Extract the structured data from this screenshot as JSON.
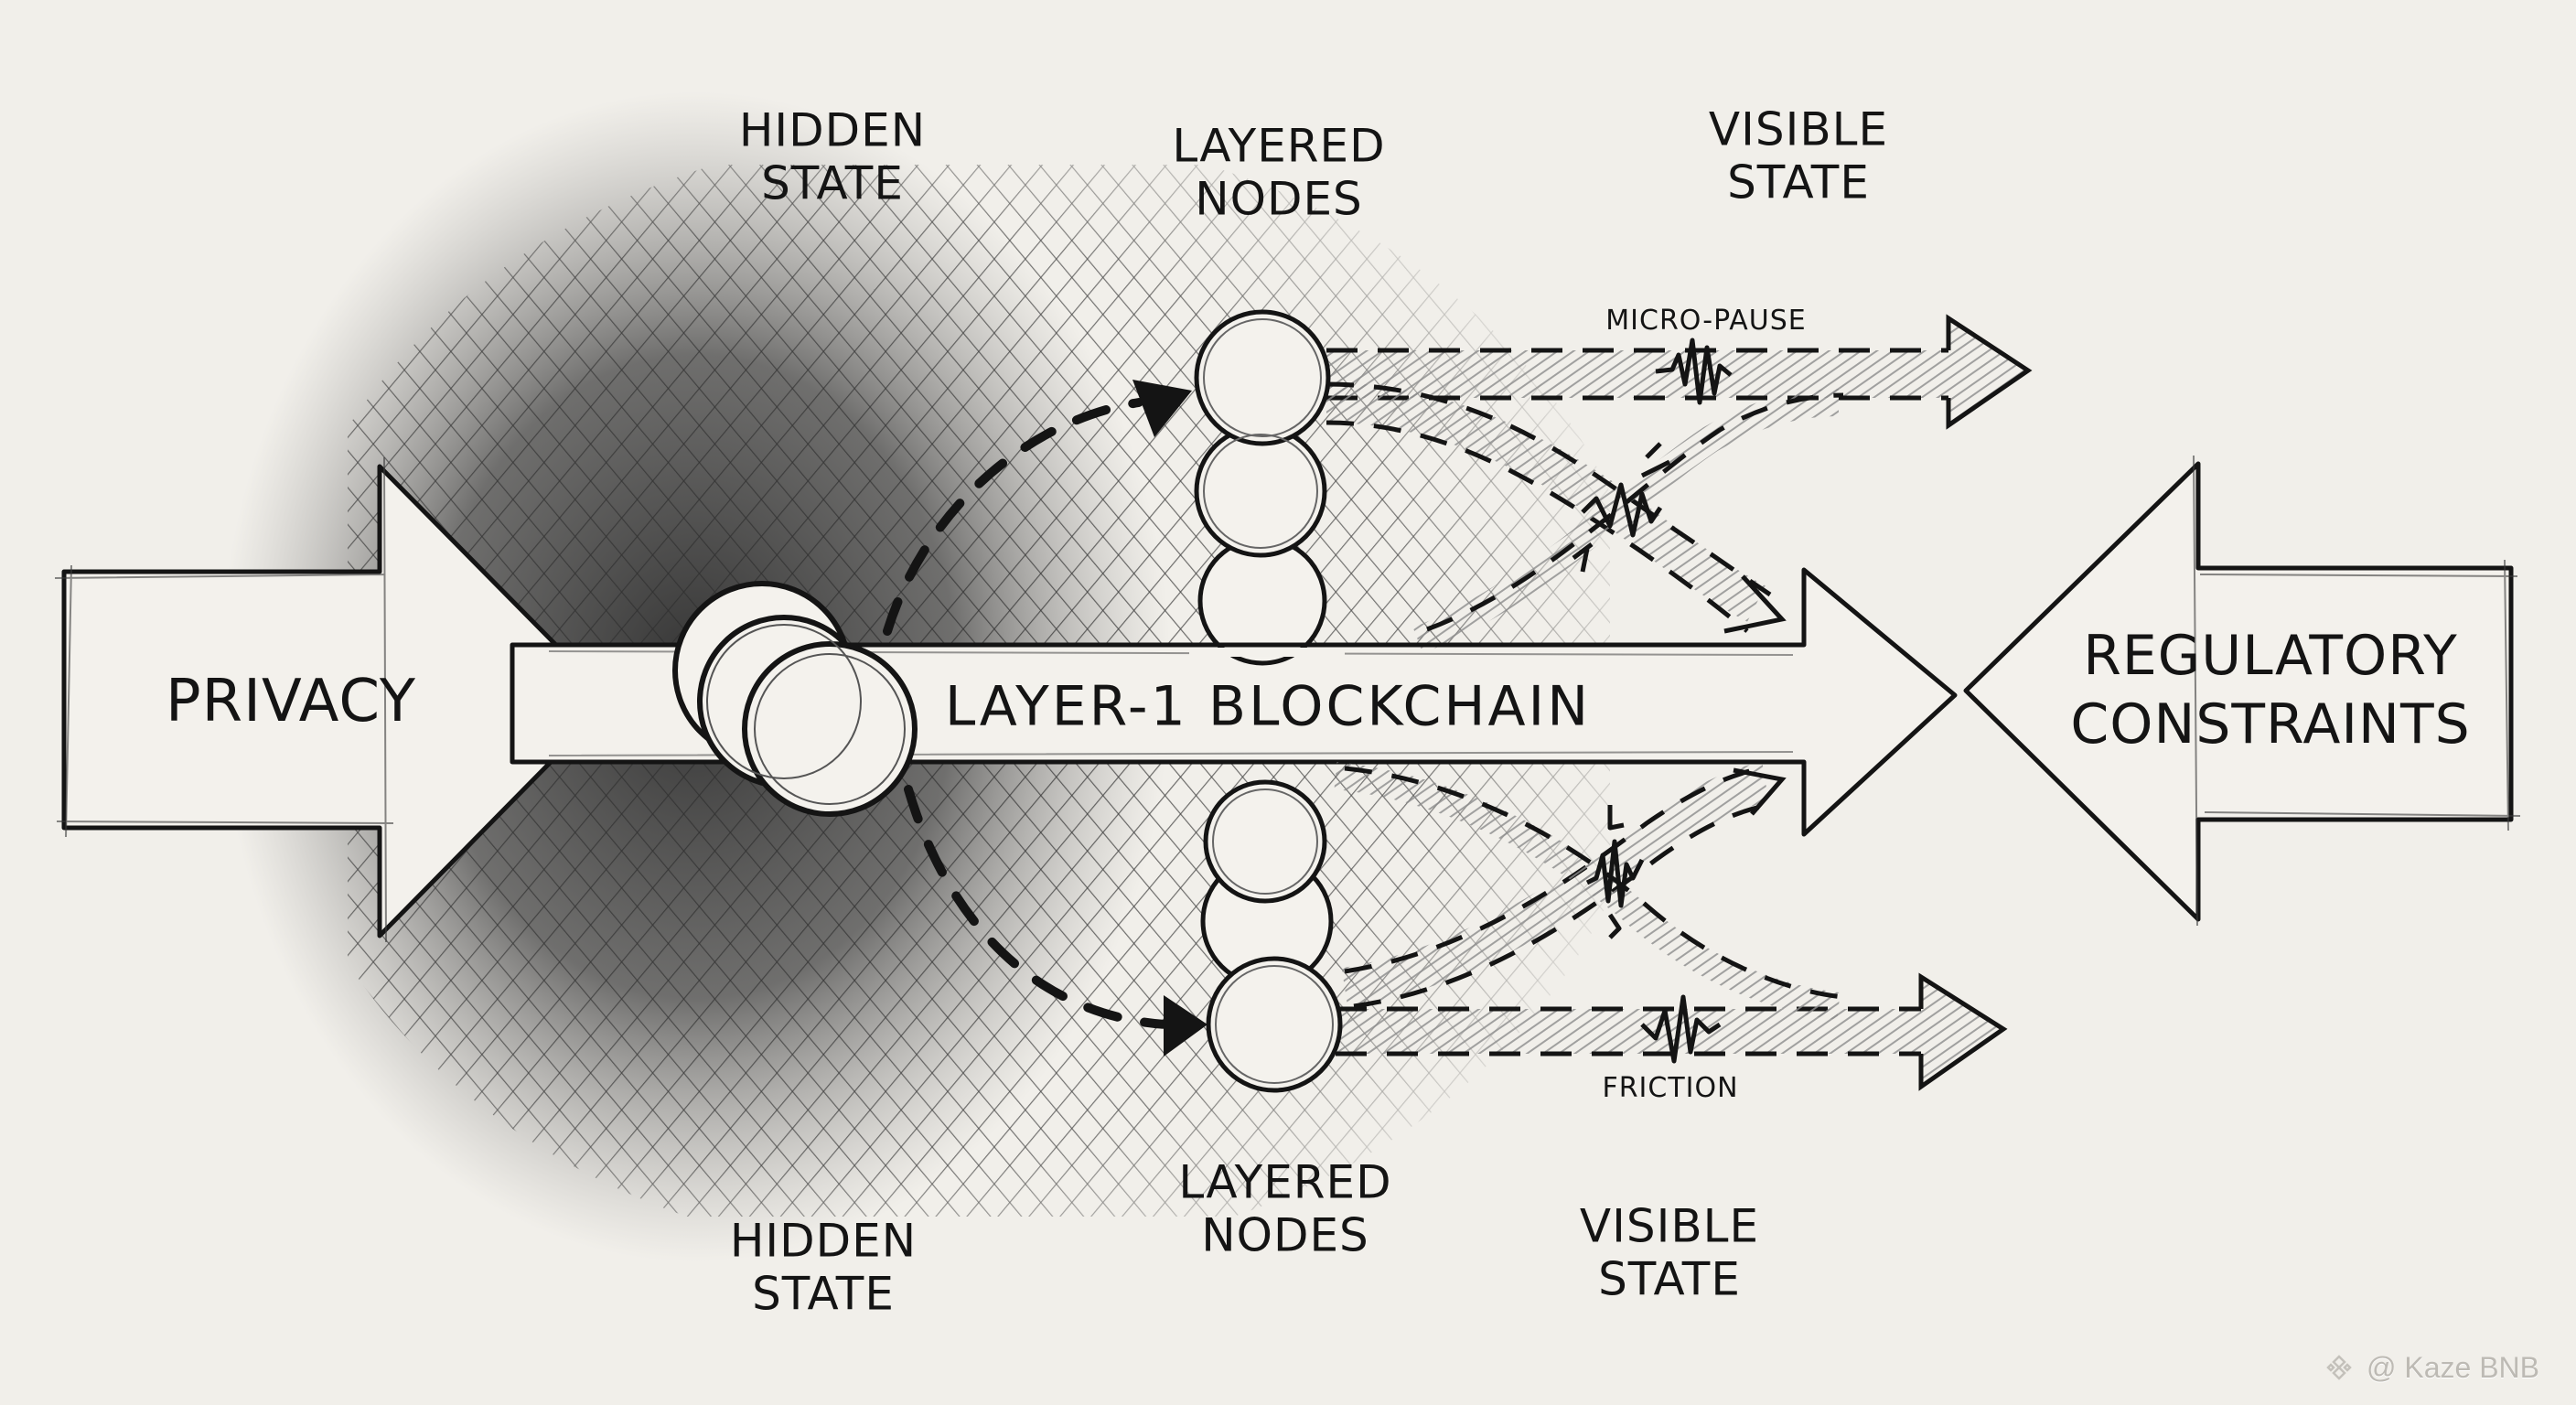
{
  "labels": {
    "privacy": "PRIVACY",
    "blockchain": "LAYER-1 BLOCKCHAIN",
    "regulatory_line1": "REGULATORY",
    "regulatory_line2": "CONSTRAINTS",
    "top_hidden_line1": "HIDDEN",
    "top_hidden_line2": "STATE",
    "top_layered_line1": "LAYERED",
    "top_layered_line2": "NODES",
    "top_visible_line1": "VISIBLE",
    "top_visible_line2": "STATE",
    "bottom_hidden_line1": "HIDDEN",
    "bottom_hidden_line2": "STATE",
    "bottom_layered_line1": "LAYERED",
    "bottom_layered_line2": "NODES",
    "bottom_visible_line1": "VISIBLE",
    "bottom_visible_line2": "STATE",
    "micro_pause": "MICRO-PAUSE",
    "friction": "FRICTION"
  },
  "watermark": {
    "text": "@ Kaze BNB",
    "icon": "binance-logo-icon"
  },
  "colors": {
    "paper": "#f1efea",
    "ink": "#141414",
    "hatch": "#3a3a3a",
    "band_fill": "#9a9a9a",
    "shadow": "#2a2a2a"
  },
  "icons": {
    "coin_stack": "coin-stack-icon",
    "node": "node-circle-icon",
    "scribble": "vibration-scribble-icon"
  }
}
